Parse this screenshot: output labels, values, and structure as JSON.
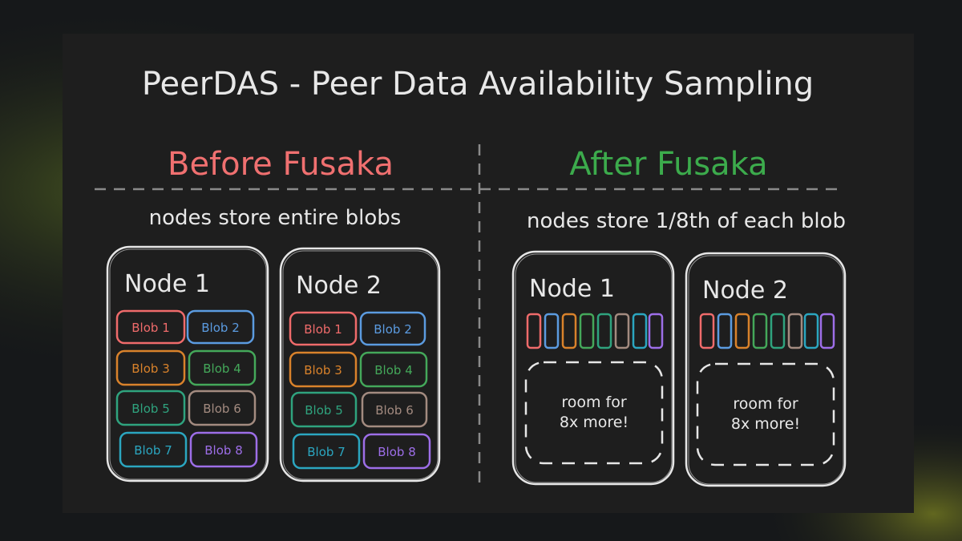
{
  "title": "PeerDAS - Peer Data Availability Sampling",
  "colors": {
    "before": "#f07070",
    "after": "#3cab4c",
    "outline": "#e6e6e6",
    "dash": "#8a8a8a",
    "panel": "#1e1e1e"
  },
  "before": {
    "heading": "Before Fusaka",
    "subtitle": "nodes store entire blobs",
    "nodes": [
      {
        "label": "Node 1",
        "blobs": [
          "Blob 1",
          "Blob 2",
          "Blob 3",
          "Blob 4",
          "Blob 5",
          "Blob 6",
          "Blob 7",
          "Blob 8"
        ]
      },
      {
        "label": "Node 2",
        "blobs": [
          "Blob 1",
          "Blob 2",
          "Blob 3",
          "Blob 4",
          "Blob 5",
          "Blob 6",
          "Blob 7",
          "Blob 8"
        ]
      }
    ]
  },
  "after": {
    "heading": "After Fusaka",
    "subtitle": "nodes store 1/8th of each blob",
    "nodes": [
      {
        "label": "Node 1",
        "room_line1": "room for",
        "room_line2": "8x more!"
      },
      {
        "label": "Node 2",
        "room_line1": "room for",
        "room_line2": "8x more!"
      }
    ]
  },
  "blob_colors": [
    "#ef6b6b",
    "#5b9be0",
    "#d9822b",
    "#44a85a",
    "#2fa37e",
    "#a38b80",
    "#2ba6c0",
    "#9d6ee8"
  ]
}
